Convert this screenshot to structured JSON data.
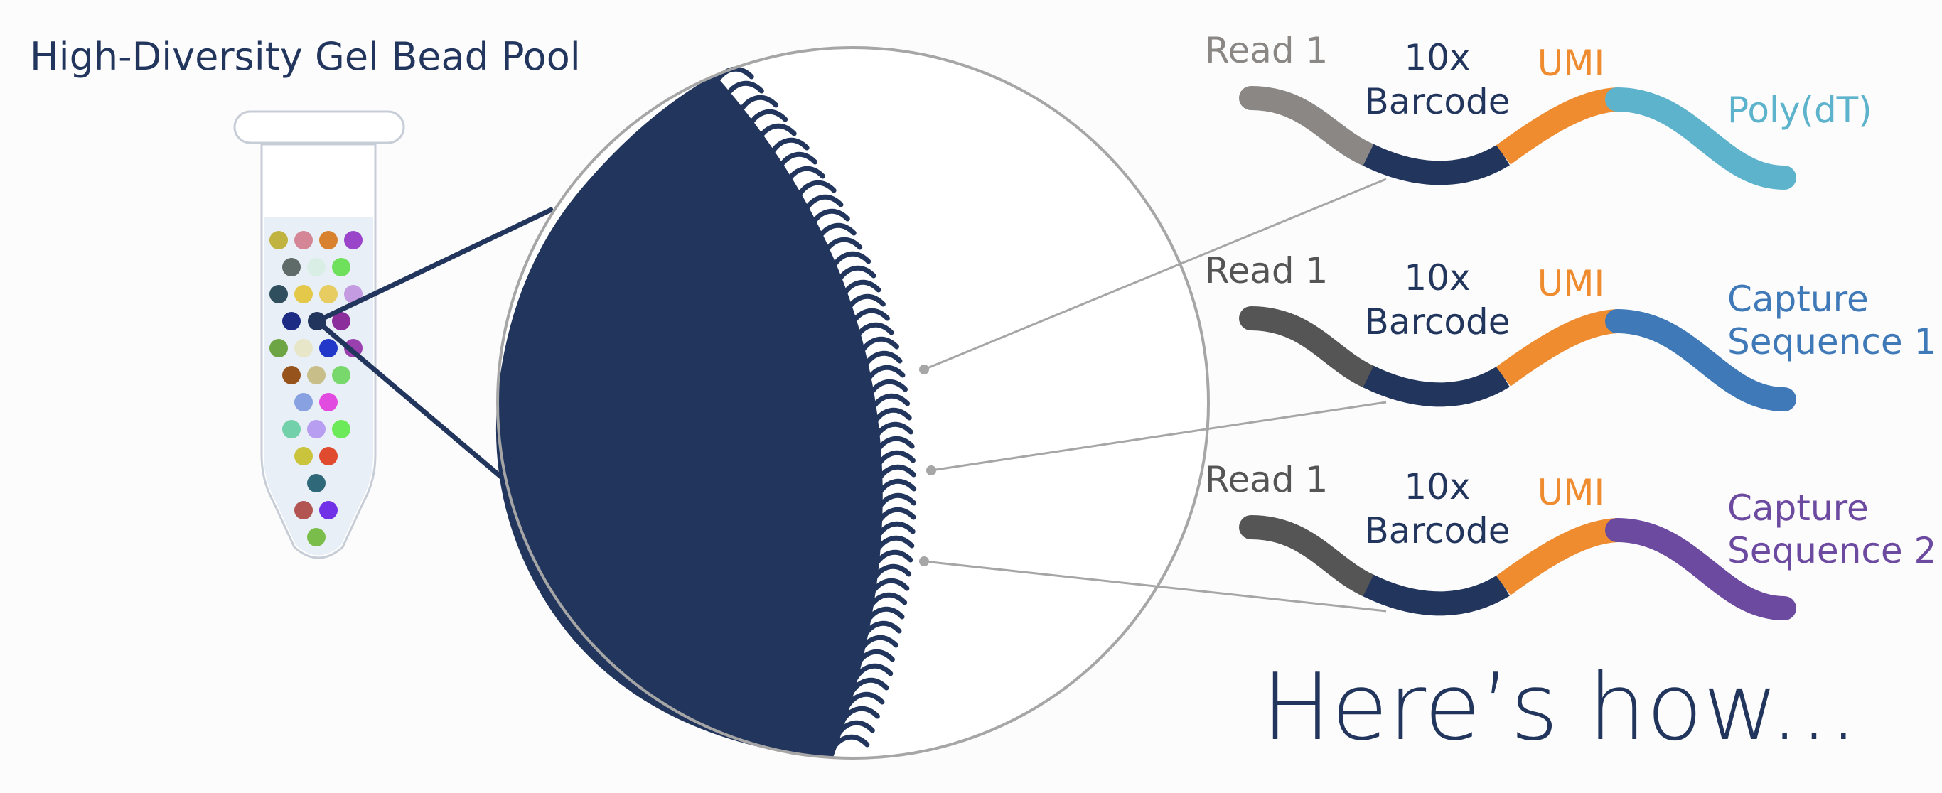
{
  "title": "High-Diversity Gel Bead Pool",
  "outro_text": "Here’s how...",
  "colors": {
    "bead_fill": "#22355c",
    "barcode": "#22355c",
    "umi": "#ef8c30",
    "read1_first": "#8a8785",
    "read1_other": "#555555",
    "polydt": "#5eb3cc",
    "capture1": "#3f79b7",
    "capture2": "#6c4aa0",
    "title_text": "#22355c",
    "circle_outline": "#a6a6a6",
    "tube_liquid": "#e9eff6",
    "tube_outline": "#c7cdd6"
  },
  "tube_bead_colors": [
    "#c1b33f",
    "#d48697",
    "#d8822f",
    "#9a45c9",
    "#5f6b68",
    "#d9efe5",
    "#6fe05c",
    "#2f4f5f",
    "#e4c84a",
    "#e6cc61",
    "#c49be0",
    "#1d2b85",
    "#22355c",
    "#8b2d9b",
    "#6ea544",
    "#e8e6c9",
    "#2238c8",
    "#9a3fae",
    "#97531c",
    "#c8be89",
    "#79d86b",
    "#87a1e1",
    "#e24be0",
    "#72d0aa",
    "#b89ef0",
    "#6dea5a",
    "#c9c43b",
    "#e04b2f",
    "#2f6878",
    "#b25452",
    "#7131e6",
    "#7bbd4b"
  ],
  "oligos": [
    {
      "read_label": "Read 1",
      "barcode_label": [
        "10x",
        "Barcode"
      ],
      "umi_label": "UMI",
      "end_label": [
        "Poly(dT)"
      ],
      "end_key": "polydt",
      "read_key": "read1_first"
    },
    {
      "read_label": "Read 1",
      "barcode_label": [
        "10x",
        "Barcode"
      ],
      "umi_label": "UMI",
      "end_label": [
        "Capture",
        "Sequence 1"
      ],
      "end_key": "capture1",
      "read_key": "read1_other"
    },
    {
      "read_label": "Read 1",
      "barcode_label": [
        "10x",
        "Barcode"
      ],
      "umi_label": "UMI",
      "end_label": [
        "Capture",
        "Sequence 2"
      ],
      "end_key": "capture2",
      "read_key": "read1_other"
    }
  ]
}
